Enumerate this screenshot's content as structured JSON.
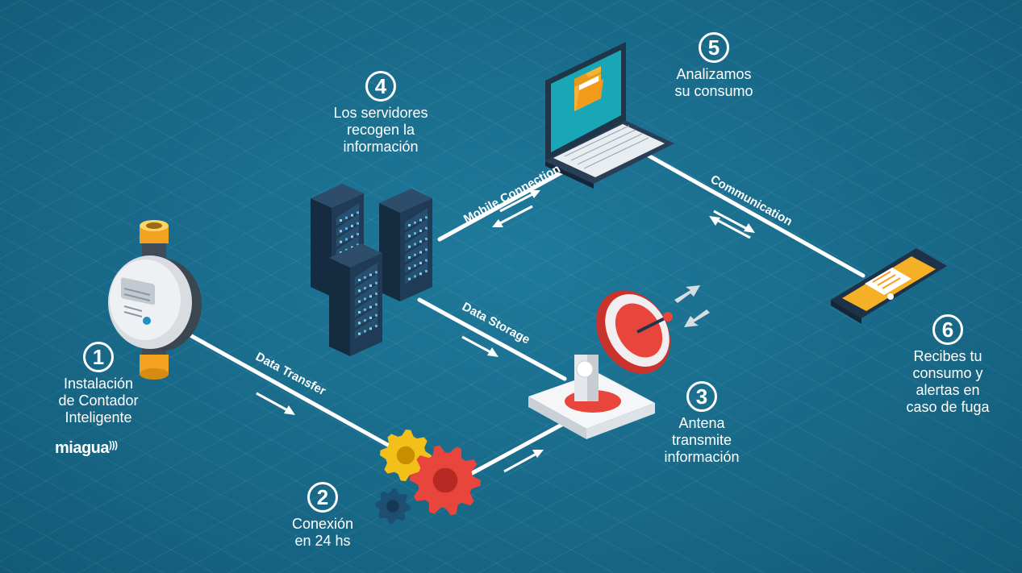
{
  "steps": [
    {
      "number": "1",
      "caption": "Instalación\nde Contador\nInteligente"
    },
    {
      "number": "2",
      "caption": "Conexión\nen 24 hs"
    },
    {
      "number": "3",
      "caption": "Antena\ntransmite\ninformación"
    },
    {
      "number": "4",
      "caption": "Los servidores\nrecogen la\ninformación"
    },
    {
      "number": "5",
      "caption": "Analizamos\nsu consumo"
    },
    {
      "number": "6",
      "caption": "Recibes tu\nconsumo y\nalertas en\ncaso de fuga"
    }
  ],
  "brand": {
    "name": "miagua"
  },
  "flows": {
    "data_transfer": "Data Transfer",
    "data_storage": "Data Storage",
    "mobile_connection": "Mobile Connection",
    "communication": "Communication"
  },
  "colors": {
    "background": "#1b6e8e",
    "accent_red": "#e8453c",
    "accent_orange": "#f3a21f",
    "server": "#1f3b55",
    "laptop_screen": "#19a7b8"
  },
  "icons": [
    "water-meter-icon",
    "gears-icon",
    "satellite-dish-icon",
    "server-rack-icon",
    "laptop-icon",
    "smartphone-icon"
  ]
}
